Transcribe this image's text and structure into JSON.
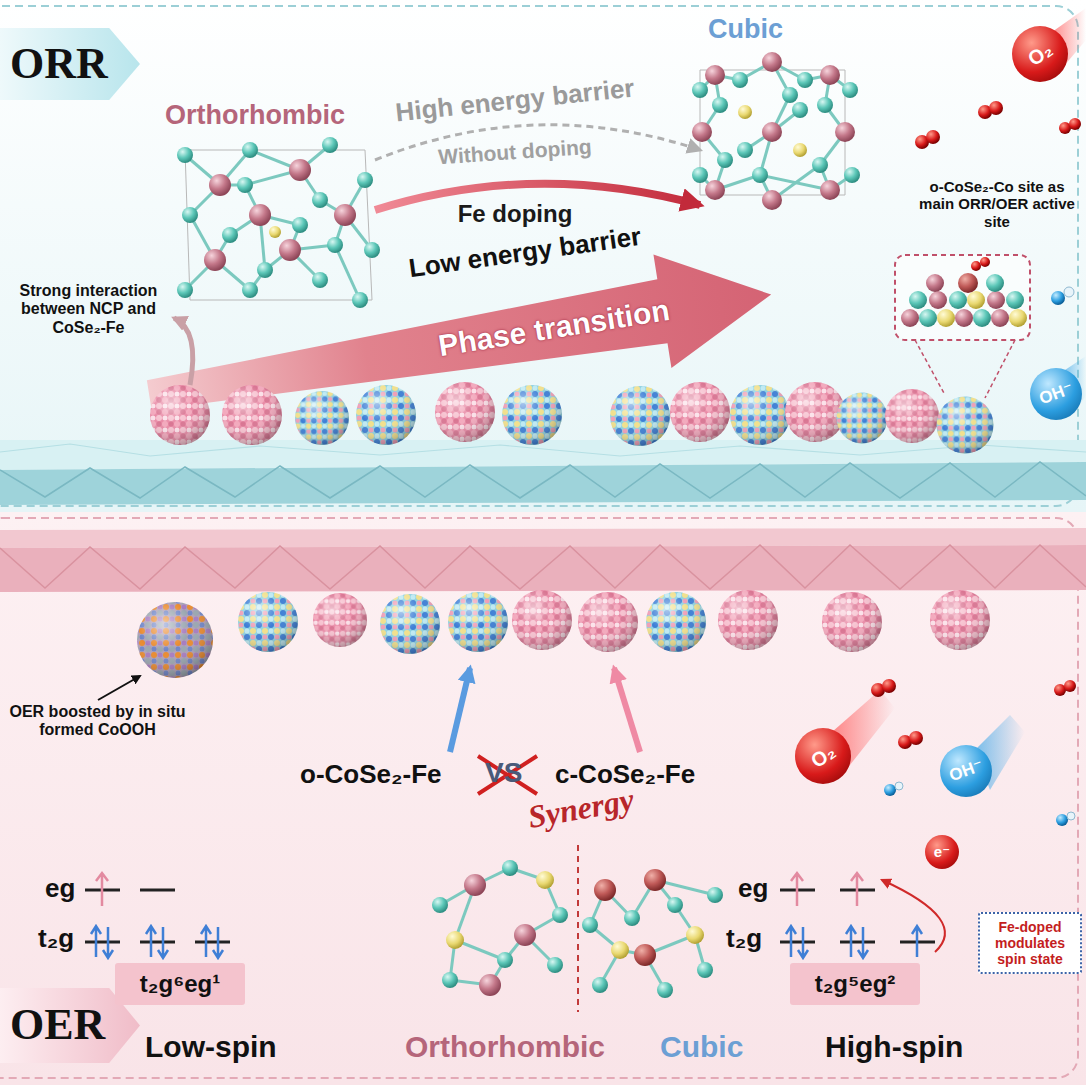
{
  "diagram": {
    "nodes": [
      {
        "text": [
          "ORR"
        ]
      },
      {
        "text": [
          "O₂"
        ]
      },
      {
        "text": [
          "OH⁻"
        ]
      },
      {
        "text": [
          "OER"
        ]
      },
      {
        "text": [
          "O₂"
        ]
      },
      {
        "text": [
          "OH⁻"
        ]
      },
      {
        "text": [
          "e⁻"
        ]
      },
      {
        "text": [
          "Fe-doped modulates spin state"
        ]
      },
      {
        "text": [
          "t₂g⁶eg¹"
        ]
      },
      {
        "text": [
          "t₂g⁵eg²"
        ]
      }
    ],
    "labels": [
      "Orthorhombic",
      "Cubic",
      "High energy barrier",
      "Without doping",
      "Fe doping",
      "Low energy barrier",
      "Phase transition",
      "Strong interaction between NCP and CoSe₂-Fe",
      "o-CoSe₂-Co site as main ORR/OER active site",
      "OER boosted by in situ formed CoOOH",
      "o-CoSe₂-Fe",
      "VS",
      "c-CoSe₂-Fe",
      "Synergy",
      "eg",
      "t₂g",
      "eg",
      "t₂g",
      "Low-spin",
      "Orthorhombic",
      "Cubic",
      "High-spin"
    ]
  }
}
